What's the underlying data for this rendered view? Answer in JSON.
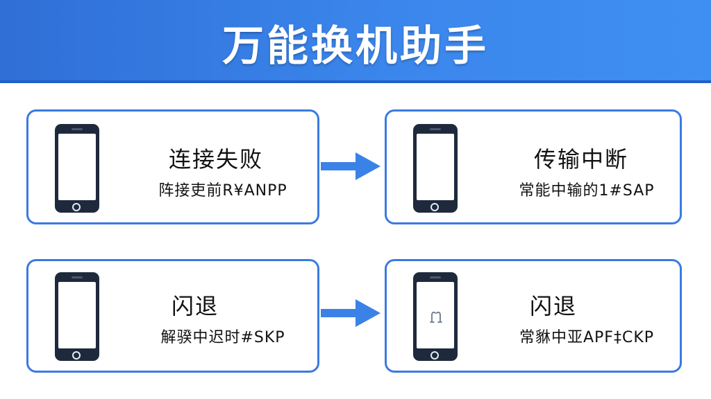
{
  "header": {
    "title": "万能换机助手"
  },
  "cards": [
    {
      "title": "连接失败",
      "subtitle": "阵接吏前R¥ANPP"
    },
    {
      "title": "传输中断",
      "subtitle": "常能中输的1#SAP"
    },
    {
      "title": "闪退",
      "subtitle": "解骙中迟时#SKP"
    },
    {
      "title": "闪退",
      "subtitle": "常貅中亚APF‡CKP"
    }
  ],
  "icons": {
    "phone": "phone-icon",
    "arrow": "arrow-right-icon",
    "broken_app": "broken-app-icon"
  },
  "colors": {
    "header_blue": "#3b86ec",
    "card_border": "#3a7ae0",
    "arrow_blue": "#3a82e8",
    "phone_dark": "#1e2a3c"
  }
}
